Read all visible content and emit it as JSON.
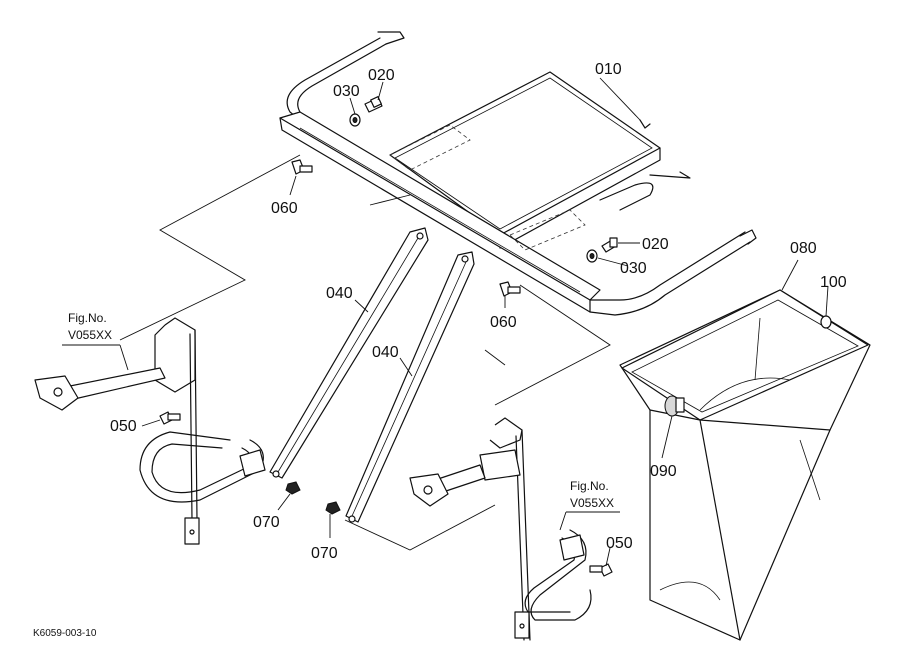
{
  "diagram": {
    "part_labels": {
      "p010": "010",
      "p020a": "020",
      "p020b": "020",
      "p030a": "030",
      "p030b": "030",
      "p040a": "040",
      "p040b": "040",
      "p050a": "050",
      "p050b": "050",
      "p060a": "060",
      "p060b": "060",
      "p070a": "070",
      "p070b": "070",
      "p080": "080",
      "p090": "090",
      "p100": "100"
    },
    "fig_refs": {
      "left": {
        "line1": "Fig.No.",
        "line2": "V055XX"
      },
      "right": {
        "line1": "Fig.No.",
        "line2": "V055XX"
      }
    },
    "drawing_code": "K6059-003-10"
  }
}
